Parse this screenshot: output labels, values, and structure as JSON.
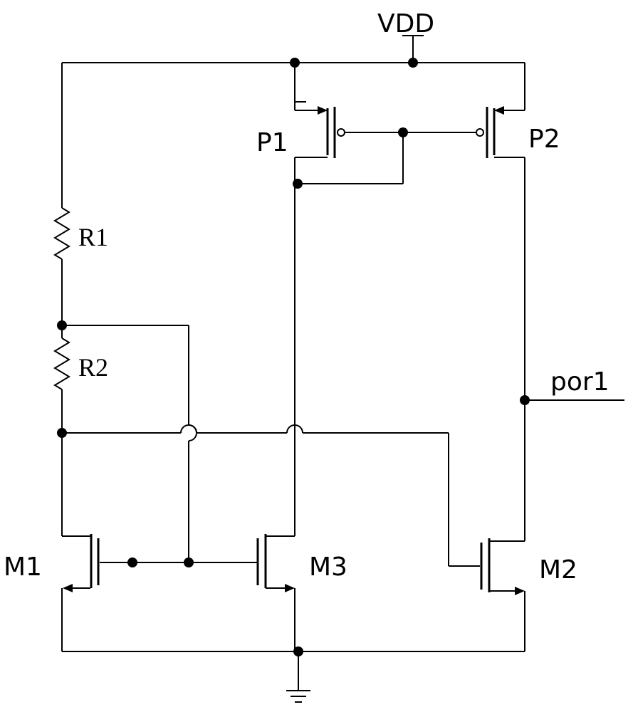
{
  "labels": {
    "vdd": "VDD",
    "p1": "P1",
    "p2": "P2",
    "r1": "R1",
    "r2": "R2",
    "por1": "por1",
    "m1": "M1",
    "m3": "M3",
    "m2": "M2"
  },
  "colors": {
    "wire": "#000000",
    "background": "#ffffff"
  }
}
